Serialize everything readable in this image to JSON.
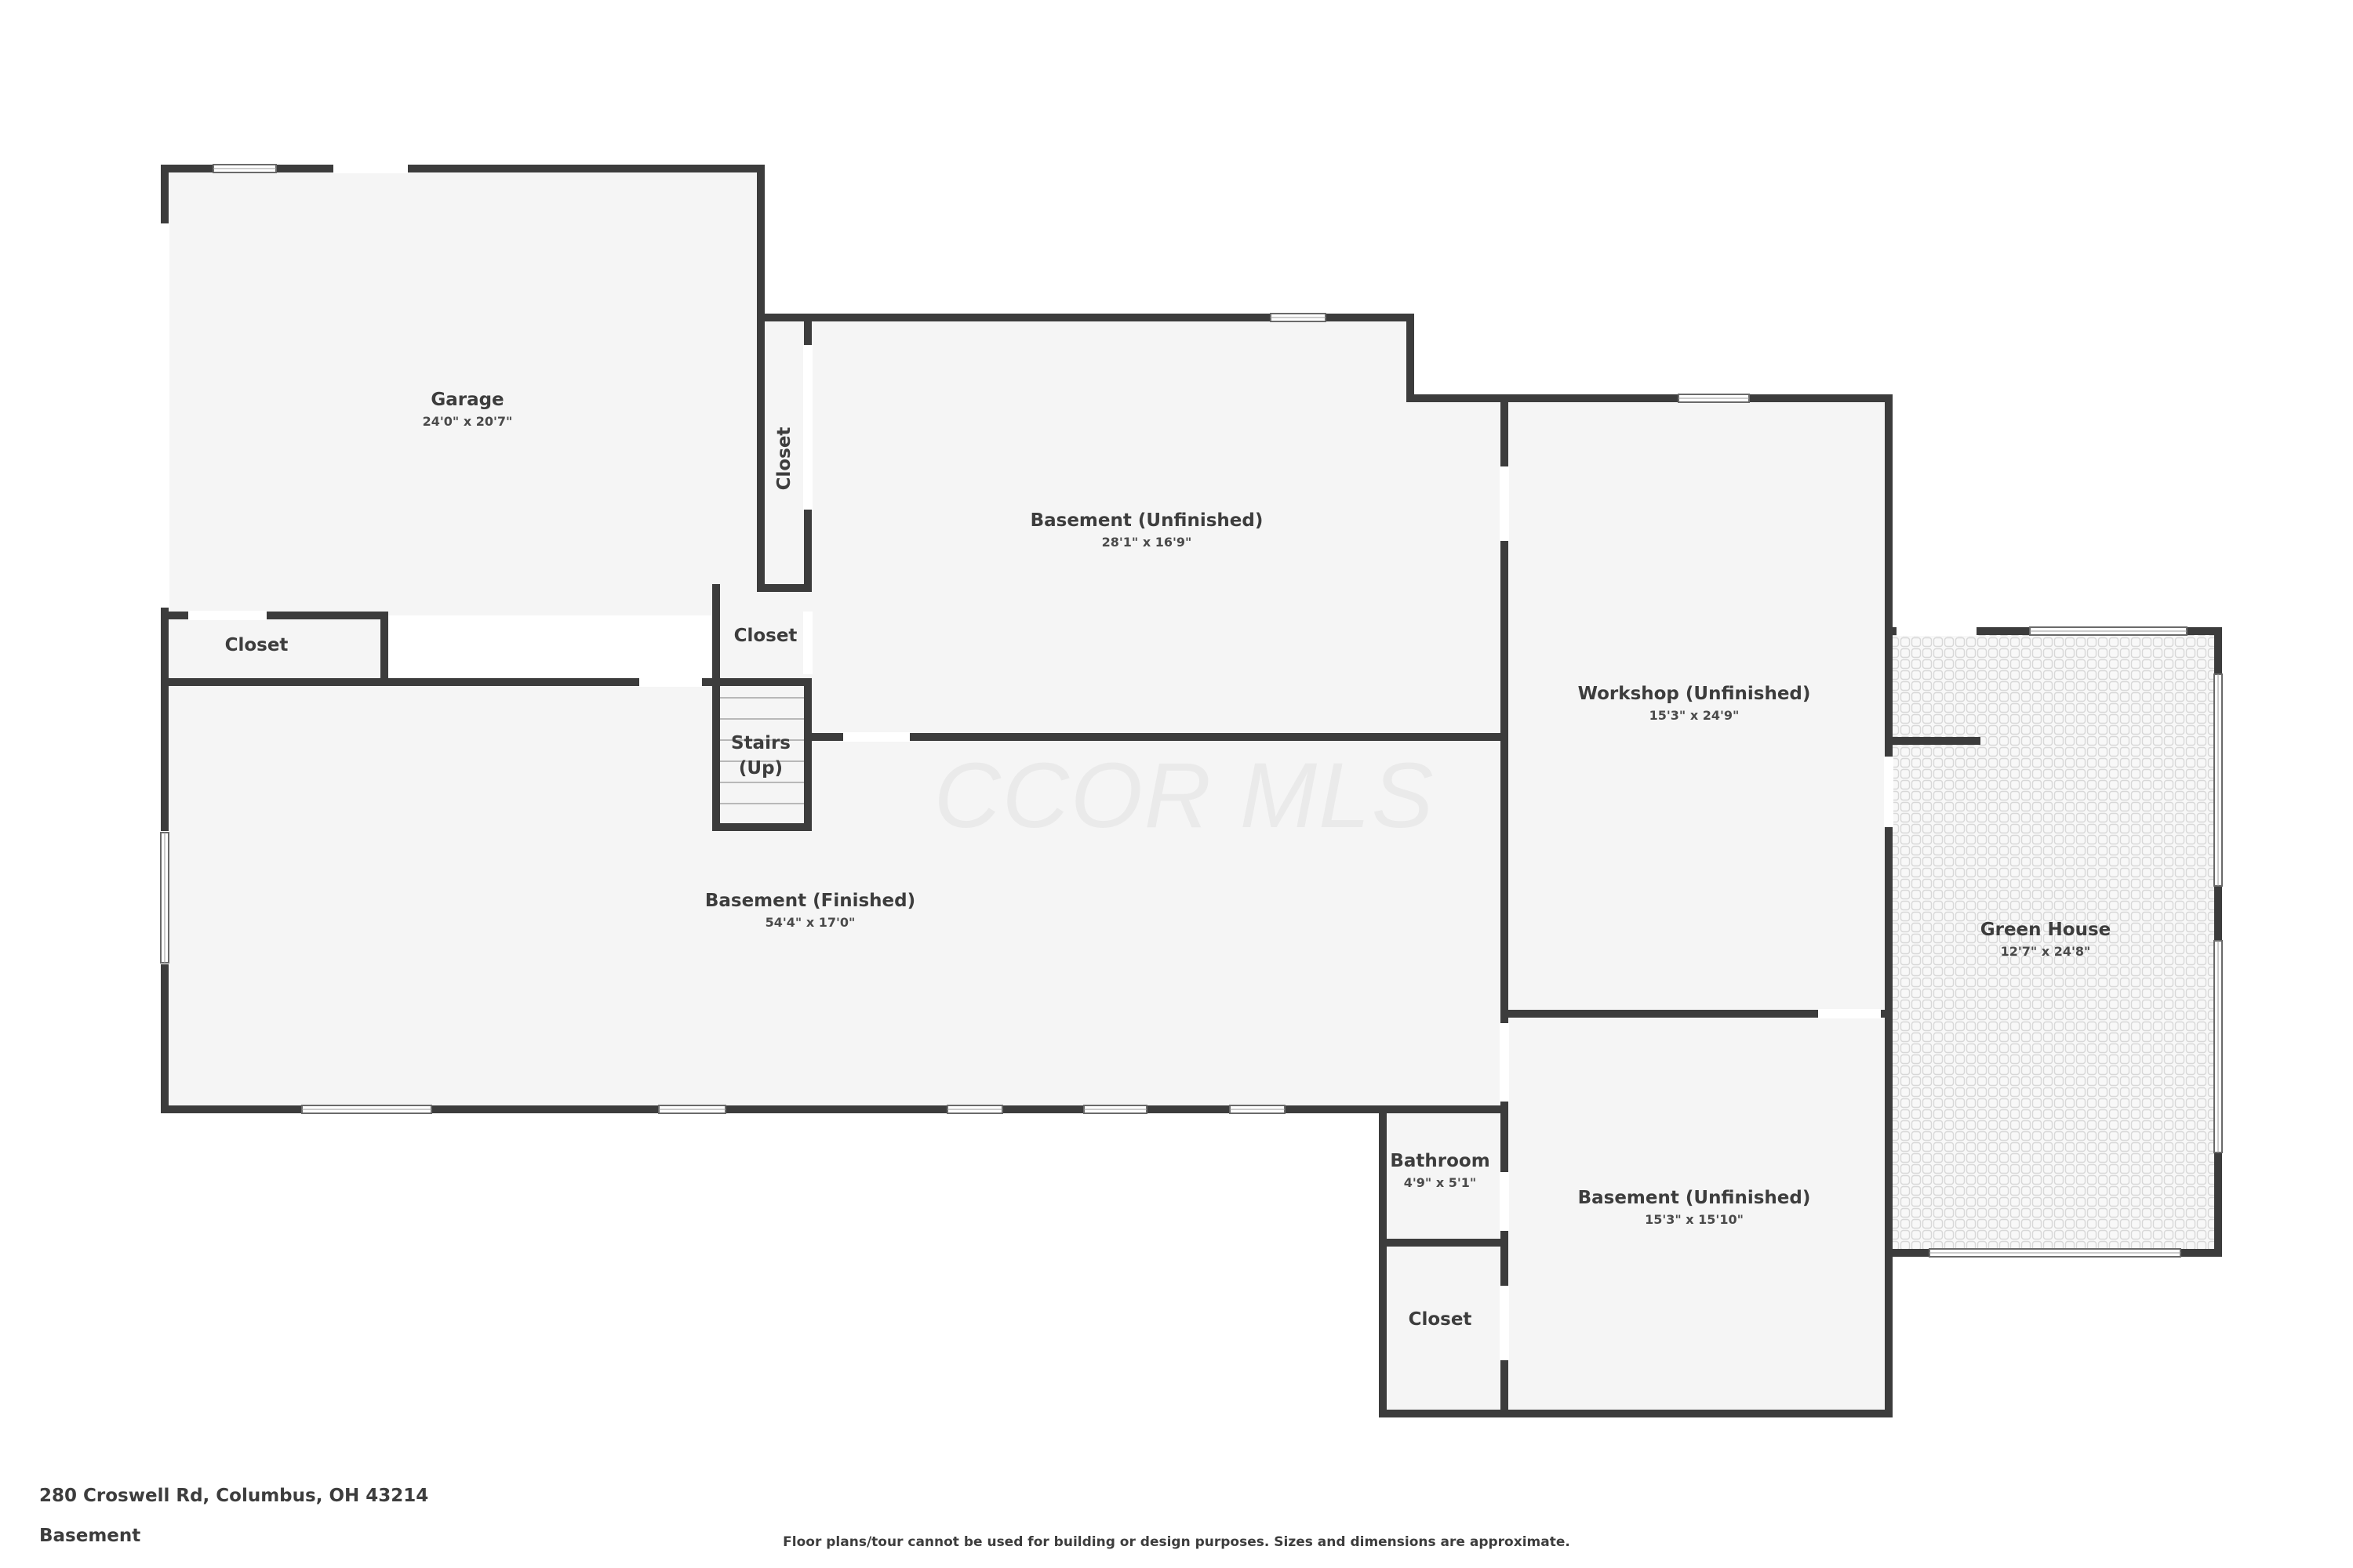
{
  "watermark": "CCOR MLS",
  "rooms": {
    "garage": {
      "name": "Garage",
      "dims": "24'0\" x 20'7\""
    },
    "closet_garage": {
      "name": "Closet"
    },
    "closet_vertical": {
      "name": "Closet"
    },
    "closet_small": {
      "name": "Closet"
    },
    "stairs": {
      "name_line1": "Stairs",
      "name_line2": "(Up)"
    },
    "basement_unfinished_top": {
      "name": "Basement (Unfinished)",
      "dims": "28'1\" x 16'9\""
    },
    "workshop": {
      "name": "Workshop (Unfinished)",
      "dims": "15'3\" x 24'9\""
    },
    "basement_finished": {
      "name": "Basement (Finished)",
      "dims": "54'4\" x 17'0\""
    },
    "green_house": {
      "name": "Green House",
      "dims": "12'7\" x 24'8\""
    },
    "bathroom": {
      "name": "Bathroom",
      "dims": "4'9\" x 5'1\""
    },
    "basement_unfinished_bottom": {
      "name": "Basement (Unfinished)",
      "dims": "15'3\" x 15'10\""
    },
    "closet_bottom": {
      "name": "Closet"
    }
  },
  "footer": {
    "address": "280 Croswell Rd, Columbus, OH 43214",
    "level": "Basement",
    "disclaimer": "Floor plans/tour cannot be used for building or design purposes. Sizes and dimensions are approximate."
  },
  "colors": {
    "wall": "#3c3c3c",
    "floor": "#f5f5f5",
    "background": "#ffffff",
    "tile_line": "#dcdcdc"
  }
}
